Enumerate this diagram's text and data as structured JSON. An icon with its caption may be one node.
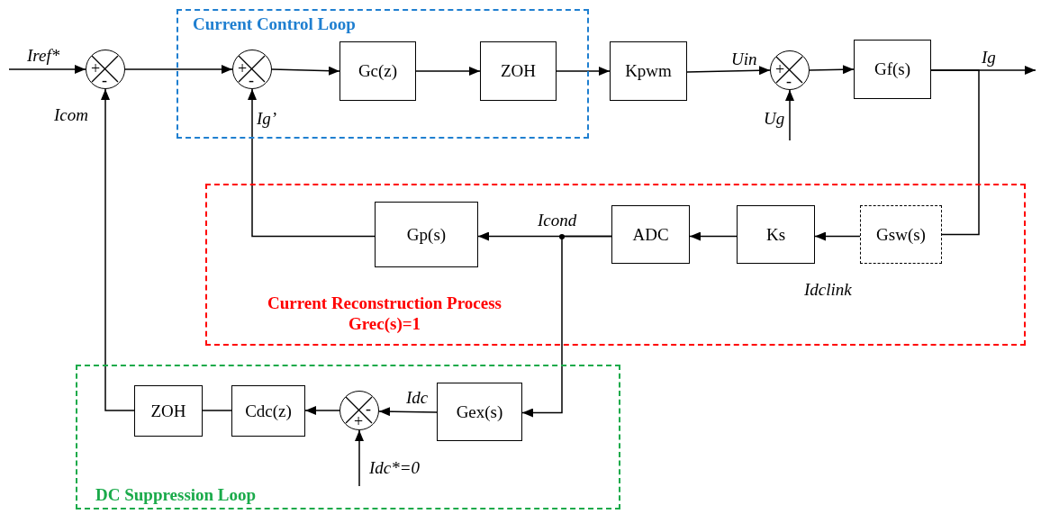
{
  "diagram": {
    "nodes": [
      {
        "text": [
          "Current Control Loop"
        ]
      },
      {
        "text": [
          "+",
          "-"
        ]
      },
      {
        "text": [
          "+",
          "-"
        ],
        "in": 0
      },
      {
        "text": [
          "Gc(z)"
        ],
        "in": 0
      },
      {
        "text": [
          "ZOH"
        ],
        "in": 0
      },
      {
        "text": [
          "Kpwm"
        ]
      },
      {
        "text": [
          "+",
          "-"
        ]
      },
      {
        "text": [
          "Gf(s)"
        ]
      },
      {
        "text": [
          "Current Reconstruction Process Grec(s)=1"
        ]
      },
      {
        "text": [
          "Gp(s)"
        ],
        "in": 8
      },
      {
        "text": [
          "ADC"
        ],
        "in": 8
      },
      {
        "text": [
          "Ks"
        ],
        "in": 8
      },
      {
        "text": [
          "Gsw(s)"
        ],
        "in": 8
      },
      {
        "text": [
          "DC Suppression Loop"
        ]
      },
      {
        "text": [
          "ZOH"
        ],
        "in": 13
      },
      {
        "text": [
          "Cdc(z)"
        ],
        "in": 13
      },
      {
        "text": [
          "-",
          "+"
        ],
        "in": 13
      },
      {
        "text": [
          "Gex(s)"
        ],
        "in": 13
      }
    ],
    "edges": [
      {
        "from": null,
        "to": 1,
        "arrow": "to",
        "label": "Iref*"
      },
      {
        "from": 1,
        "to": 2,
        "arrow": "to"
      },
      {
        "from": 2,
        "to": 3,
        "arrow": "to"
      },
      {
        "from": 3,
        "to": 4,
        "arrow": "to"
      },
      {
        "from": 4,
        "to": 5,
        "arrow": "to"
      },
      {
        "from": 5,
        "to": 6,
        "arrow": "to",
        "label": "Uin"
      },
      {
        "from": null,
        "to": 6,
        "arrow": "to",
        "label": "Ug"
      },
      {
        "from": 6,
        "to": 7,
        "arrow": "to"
      },
      {
        "from": 7,
        "to": null,
        "arrow": "to",
        "label": "Ig"
      },
      {
        "from": 7,
        "to": 12,
        "arrow": "to"
      },
      {
        "from": 12,
        "to": 11,
        "arrow": "to"
      },
      {
        "from": 11,
        "to": 10,
        "arrow": "to"
      },
      {
        "from": 10,
        "to": 9,
        "arrow": "to",
        "label": "Icond"
      },
      {
        "from": 10,
        "to": 17,
        "arrow": "to"
      },
      {
        "from": 9,
        "to": 2,
        "arrow": "to",
        "label": "Ig’"
      },
      {
        "from": 17,
        "to": 16,
        "arrow": "to",
        "label": "Idc"
      },
      {
        "from": null,
        "to": 16,
        "arrow": "to",
        "label": "Idc*=0"
      },
      {
        "from": 16,
        "to": 15,
        "arrow": "to"
      },
      {
        "from": 15,
        "to": 14,
        "arrow": "none"
      },
      {
        "from": 14,
        "to": 1,
        "arrow": "to",
        "label": "Icom"
      }
    ],
    "labels": [
      "Idclink"
    ]
  }
}
